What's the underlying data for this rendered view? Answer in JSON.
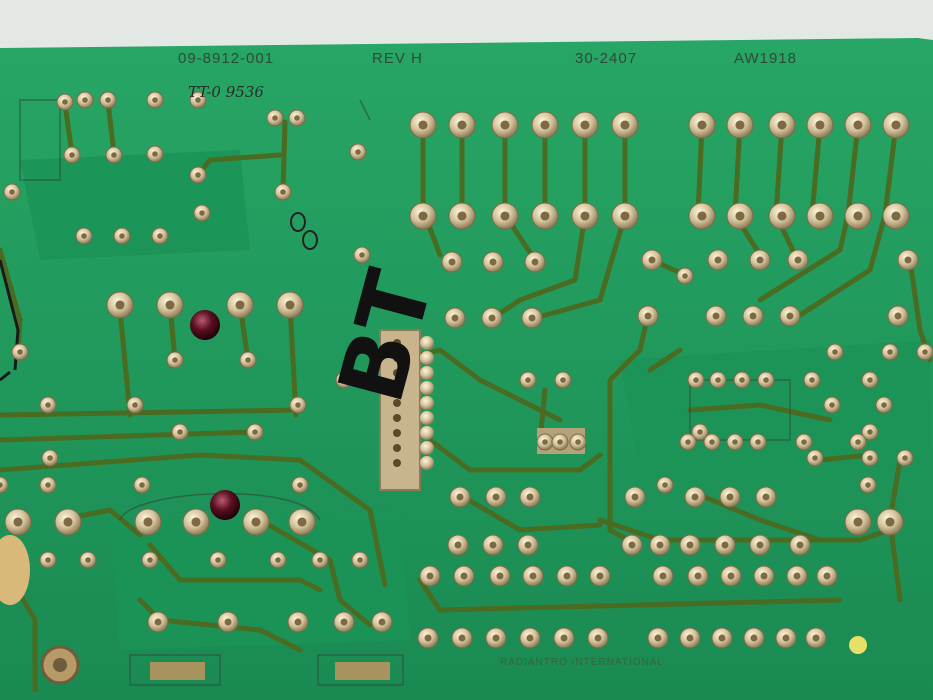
{
  "board": {
    "part_number": "09-8912-001",
    "revision": "REV H",
    "assembly_number": "30-2407",
    "artwork_number": "AW1918",
    "handwritten_code": "TT-0 9536",
    "handwritten_mark": "BT",
    "manufacturer_text": "RADIANTRO INTERNATIONAL"
  },
  "colors": {
    "substrate": "#1f9a5a",
    "trace": "#4a6b22",
    "pad": "#d4c39c",
    "silkscreen": "#2e4a3a",
    "ink": "#111111",
    "led": "#5a1020"
  }
}
